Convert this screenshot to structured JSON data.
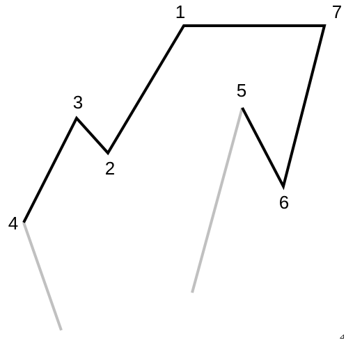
{
  "diagram": {
    "labels": {
      "v1": "1",
      "v2": "2",
      "v3": "3",
      "v4": "4",
      "v5": "5",
      "v6": "6",
      "v7": "7"
    },
    "corner_mark": "⊿",
    "colors": {
      "primary_path": "#000000",
      "extension_lines": "#c0c0c0",
      "labels": "#000000",
      "background": "#ffffff"
    }
  }
}
